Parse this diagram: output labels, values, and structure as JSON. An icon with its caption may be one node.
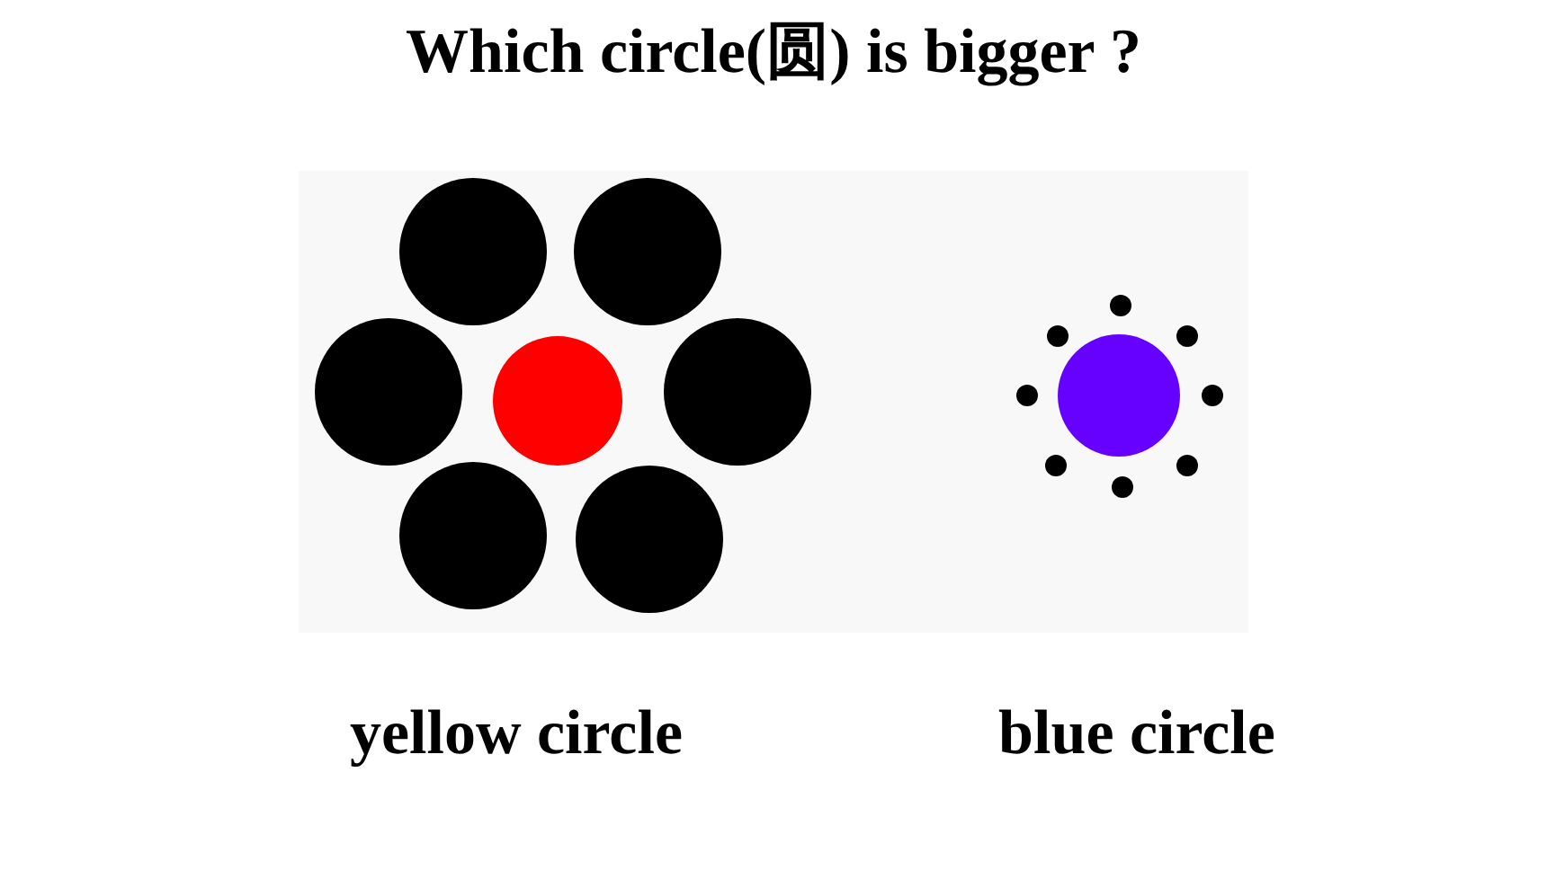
{
  "diagram": {
    "title": "Which circle(圆) is bigger ?",
    "labels": [
      "yellow circle",
      "blue circle"
    ]
  }
}
